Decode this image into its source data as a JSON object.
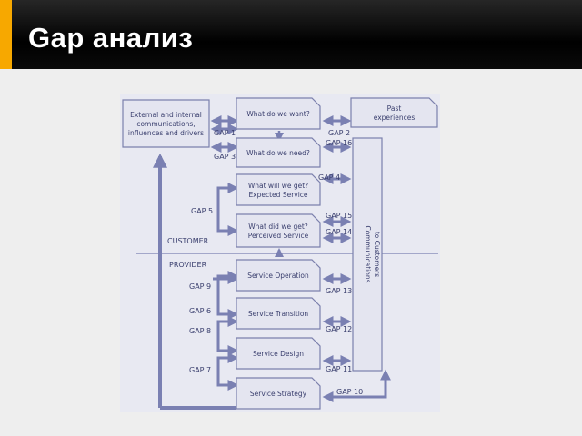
{
  "header": {
    "title": "Gap анализ"
  },
  "colors": {
    "accent": "#f7a800",
    "box_fill": "#e4e5f0",
    "box_stroke": "#7b80ad",
    "line": "#7a80b2",
    "text": "#3a3f6e"
  },
  "diagram": {
    "boxes": {
      "external": [
        "External and internal",
        "communications,",
        "influences and drivers"
      ],
      "want": [
        "What do we want?"
      ],
      "past": [
        "Past",
        "experiences"
      ],
      "need": [
        "What do we need?"
      ],
      "expected": [
        "What will we get?",
        "Expected Service"
      ],
      "perceived": [
        "What did we get?",
        "Perceived Service"
      ],
      "operation": [
        "Service Operation"
      ],
      "transition": [
        "Service Transition"
      ],
      "design": [
        "Service Design"
      ],
      "strategy": [
        "Service Strategy"
      ],
      "communications": [
        "Communications",
        "to Customers"
      ]
    },
    "section_labels": {
      "customer": "CUSTOMER",
      "provider": "PROVIDER"
    },
    "gaps": {
      "g1": "GAP 1",
      "g2": "GAP 2",
      "g3": "GAP 3",
      "g4": "GAP 4",
      "g5": "GAP 5",
      "g6": "GAP 6",
      "g7": "GAP 7",
      "g8": "GAP 8",
      "g9": "GAP 9",
      "g10": "GAP 10",
      "g11": "GAP 11",
      "g12": "GAP 12",
      "g13": "GAP 13",
      "g14": "GAP 14",
      "g15": "GAP 15",
      "g16": "GAP 16"
    }
  }
}
